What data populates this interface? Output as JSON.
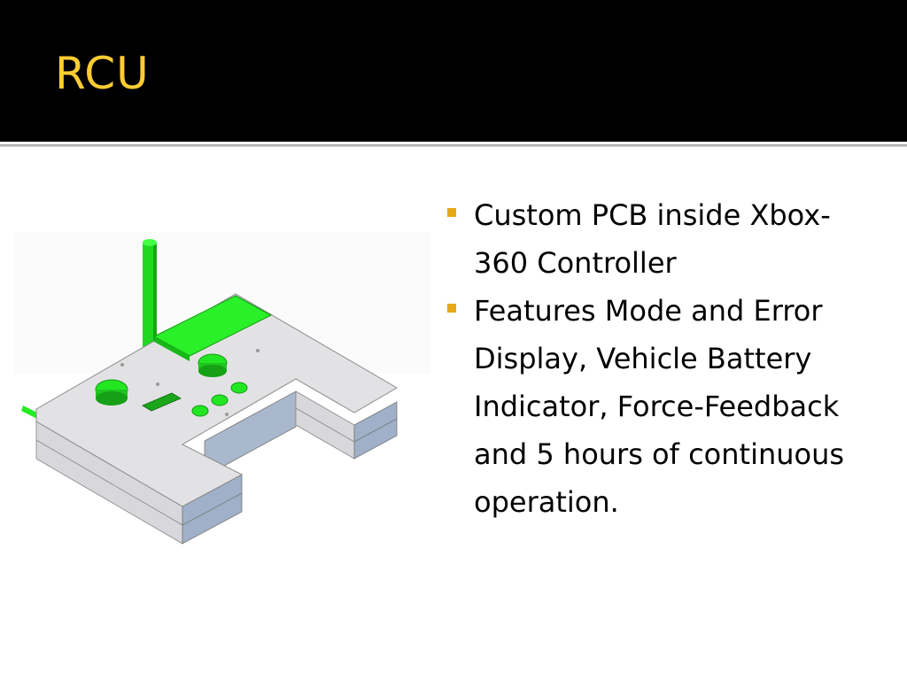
{
  "slide": {
    "title": "RCU",
    "bullets": [
      {
        "text": "Custom PCB inside Xbox-360 Controller"
      },
      {
        "text": "Features Mode and Error Display, Vehicle Battery Indicator, Force-Feedback and 5 hours of continuous operation."
      }
    ]
  },
  "colors": {
    "title_bar_bg": "#000000",
    "title_text": "#FFCC33",
    "bullet_marker": "#E6A817",
    "model_green": "#22EE22"
  },
  "figure": {
    "subject": "3D CAD model of remote control unit with green antenna, display and buttons"
  }
}
